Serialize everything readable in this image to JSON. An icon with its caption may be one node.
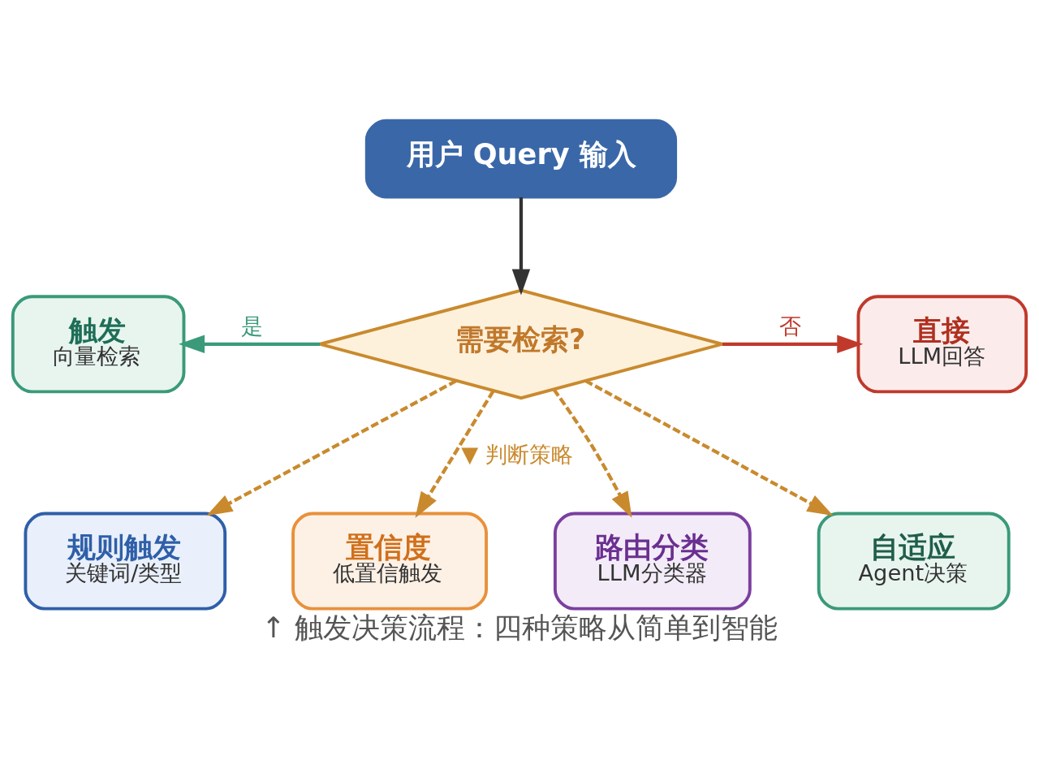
{
  "diagram": {
    "caption": "↑ 触发决策流程：四种策略从简单到智能",
    "nodes": [
      {
        "text": [
          "用户 Query 输入"
        ]
      },
      {
        "text": [
          "需要检索?"
        ]
      },
      {
        "text": [
          "触发",
          "向量检索"
        ]
      },
      {
        "text": [
          "直接",
          "LLM回答"
        ]
      },
      {
        "text": [
          "规则触发",
          "关键词/类型"
        ]
      },
      {
        "text": [
          "置信度",
          "低置信触发"
        ]
      },
      {
        "text": [
          "路由分类",
          "LLM分类器"
        ]
      },
      {
        "text": [
          "自适应",
          "Agent决策"
        ]
      }
    ],
    "edges": [
      {
        "from": 0,
        "to": 1,
        "arrow": "to",
        "color": "#333333"
      },
      {
        "from": 1,
        "to": 2,
        "arrow": "to",
        "label": "是",
        "color": "#3a9a7a"
      },
      {
        "from": 1,
        "to": 3,
        "arrow": "to",
        "label": "否",
        "color": "#c0392b"
      },
      {
        "from": 1,
        "to": 4,
        "arrow": "to",
        "style": "dashed",
        "color": "#c98a2e"
      },
      {
        "from": 1,
        "to": 5,
        "arrow": "to",
        "style": "dashed",
        "color": "#c98a2e",
        "label": "▼ 判断策略"
      },
      {
        "from": 1,
        "to": 6,
        "arrow": "to",
        "style": "dashed",
        "color": "#c98a2e"
      },
      {
        "from": 1,
        "to": 7,
        "arrow": "to",
        "style": "dashed",
        "color": "#c98a2e"
      }
    ]
  }
}
